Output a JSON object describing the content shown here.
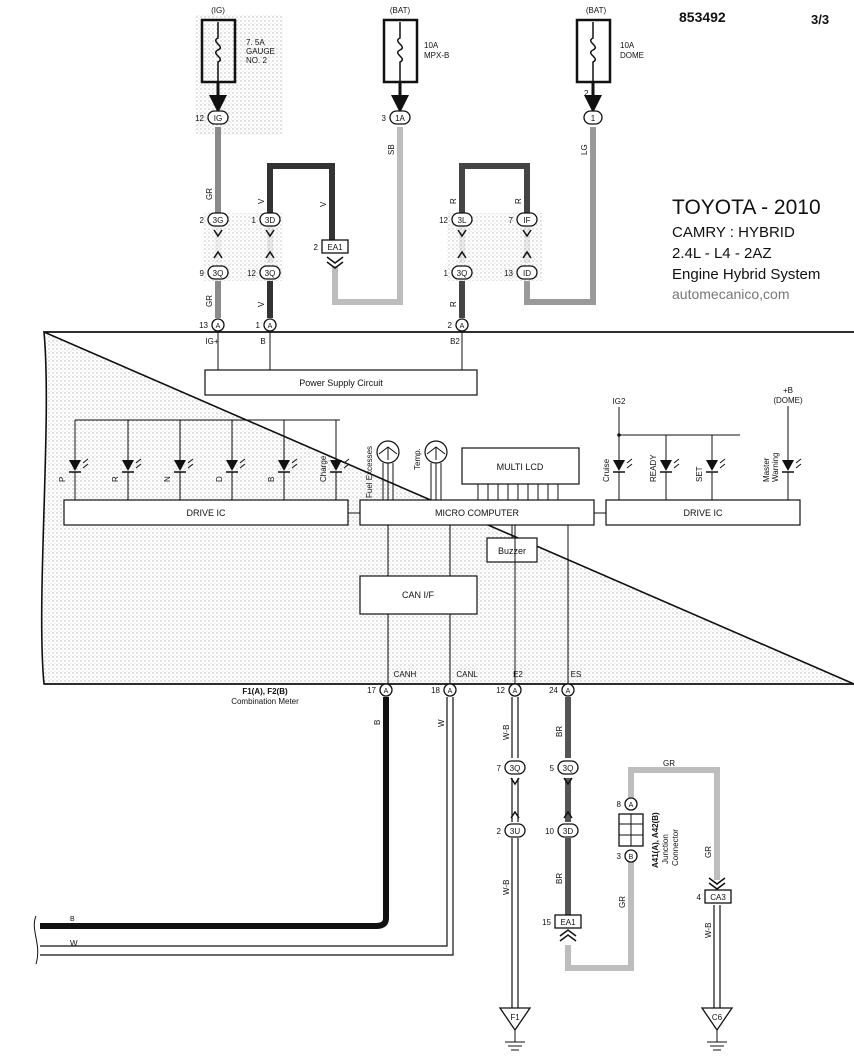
{
  "header": {
    "doc_number": "853492",
    "page": "3/3"
  },
  "title_block": {
    "make_year": "TOYOTA - 2010",
    "model": "CAMRY : HYBRID",
    "engine": "2.4L - L4 - 2AZ",
    "system": "Engine Hybrid System",
    "website": "automecanico,com"
  },
  "fuses": [
    {
      "supply": "(IG)",
      "label1": "7. 5A",
      "label2": "GAUGE",
      "label3": "NO. 2",
      "pin": "12",
      "conn": "IG"
    },
    {
      "supply": "(BAT)",
      "label1": "10A",
      "label2": "MPX-B",
      "label3": "",
      "pin": "3",
      "conn": "1A"
    },
    {
      "supply": "(BAT)",
      "label1": "10A",
      "label2": "DOME",
      "label3": "",
      "pin": "2",
      "conn": "1"
    }
  ],
  "wire_colors": {
    "gr": "GR",
    "v": "V",
    "sb": "SB",
    "r": "R",
    "lg": "LG",
    "b": "B",
    "w": "W",
    "wb": "W-B",
    "br": "BR"
  },
  "connectors": {
    "c3g": {
      "pin": "2",
      "id": "3G"
    },
    "c3d_top": {
      "pin": "1",
      "id": "3D"
    },
    "c3q_9": {
      "pin": "9",
      "id": "3Q"
    },
    "c3q_12": {
      "pin": "12",
      "id": "3Q"
    },
    "ea1_top": {
      "pin": "2",
      "id": "EA1"
    },
    "c3l": {
      "pin": "12",
      "id": "3L"
    },
    "cif": {
      "pin": "7",
      "id": "IF"
    },
    "c3q_1": {
      "pin": "1",
      "id": "3Q"
    },
    "cid": {
      "pin": "13",
      "id": "ID"
    },
    "cA_13": {
      "pin": "13",
      "id": "A"
    },
    "cA_1": {
      "pin": "1",
      "id": "A"
    },
    "cA_2": {
      "pin": "2",
      "id": "A"
    },
    "cA_17": {
      "pin": "17",
      "id": "A"
    },
    "cA_18": {
      "pin": "18",
      "id": "A"
    },
    "cA_12": {
      "pin": "12",
      "id": "A"
    },
    "cA_24": {
      "pin": "24",
      "id": "A"
    },
    "c3q_7": {
      "pin": "7",
      "id": "3Q"
    },
    "c3q_5": {
      "pin": "5",
      "id": "3Q"
    },
    "c3u": {
      "pin": "2",
      "id": "3U"
    },
    "c3d_10": {
      "pin": "10",
      "id": "3D"
    },
    "ea1_bottom": {
      "pin": "15",
      "id": "EA1"
    },
    "jc_a": {
      "pin": "8",
      "id": "A"
    },
    "jc_b": {
      "pin": "3",
      "id": "B"
    },
    "ca3": {
      "pin": "4",
      "id": "CA3"
    }
  },
  "meter": {
    "pin_labels": {
      "ig": "IG+",
      "b": "B",
      "b2": "B2",
      "canh": "CANH",
      "canl": "CANL",
      "e2": "E2",
      "es": "ES"
    },
    "power_supply": "Power Supply Circuit",
    "drive_ic_left": "DRIVE IC",
    "drive_ic_right": "DRIVE IC",
    "micro_computer": "MICRO COMPUTER",
    "multi_lcd": "MULTI LCD",
    "buzzer": "Buzzer",
    "can_if": "CAN I/F",
    "ig2": "IG2",
    "dome_b": "+B",
    "dome": "(DOME)",
    "gauge1": "Fuel Excesses",
    "gauge2": "Temp.",
    "name": "F1(A), F2(B)",
    "subname": "Combination Meter"
  },
  "indicators_left": [
    "P",
    "R",
    "N",
    "D",
    "B",
    "Charge"
  ],
  "indicators_right": [
    "Cruise",
    "READY",
    "SET",
    "Master\nWarning"
  ],
  "junction": {
    "name": "A41(A), A42(B)",
    "line2": "Junction",
    "line3": "Connector"
  },
  "grounds": [
    "F1",
    "C6"
  ]
}
